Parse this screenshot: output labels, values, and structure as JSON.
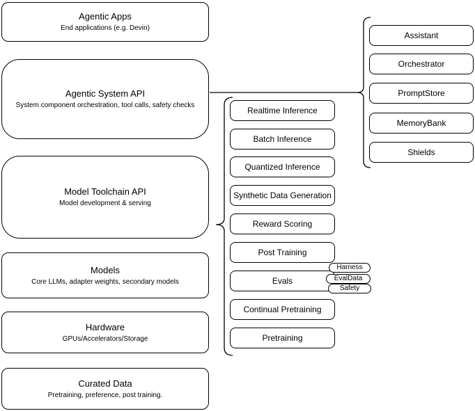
{
  "stack": [
    {
      "title": "Agentic Apps",
      "subtitle": "End applications (e.g. Devin)"
    },
    {
      "title": "Agentic System API",
      "subtitle": "System component orchestration, tool calls, safety checks"
    },
    {
      "title": "Model Toolchain API",
      "subtitle": "Model development & serving"
    },
    {
      "title": "Models",
      "subtitle": "Core LLMs, adapter weights, secondary models"
    },
    {
      "title": "Hardware",
      "subtitle": "GPUs/Accelerators/Storage"
    },
    {
      "title": "Curated Data",
      "subtitle": "Pretraining, preference, post training."
    }
  ],
  "toolchain": {
    "items": [
      "Realtime Inference",
      "Batch Inference",
      "Quantized Inference",
      "Synthetic Data Generation",
      "Reward Scoring",
      "Post Training",
      "Evals",
      "Continual Pretraining",
      "Pretraining"
    ],
    "evals_badges": [
      "Harness",
      "EvalData",
      "Safety"
    ]
  },
  "system_components": [
    "Assistant",
    "Orchestrator",
    "PromptStore",
    "MemoryBank",
    "Shields"
  ],
  "colors": {
    "stroke": "#000000",
    "fill": "#ffffff",
    "background": "#ffffff"
  }
}
